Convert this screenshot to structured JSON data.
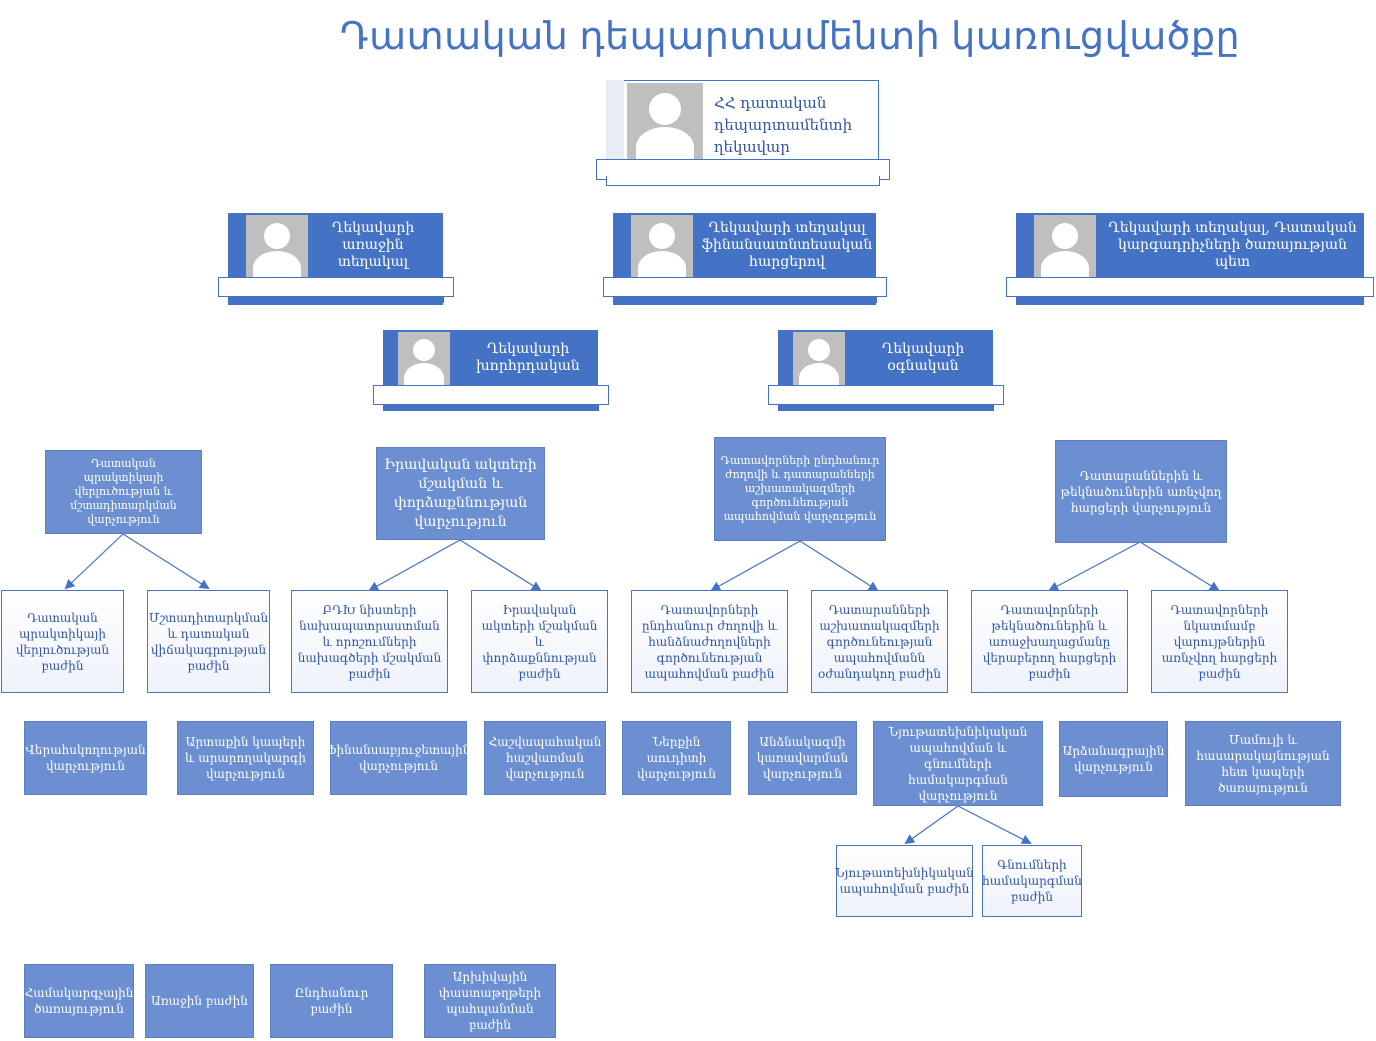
{
  "title": "Դատական դեպարտամենտի կառուցվածքը",
  "colors": {
    "accent": "#4472c4",
    "box_fill": "#6b8fd0",
    "outline_text": "#2f55a4"
  },
  "leaders": {
    "head": "ՀՀ դատական դեպարտամենտի ղեկավար",
    "first_deputy": "Ղեկավարի առաջին տեղակալ",
    "deputy_finance": "Ղեկավարի տեղակալ ֆինանսատնտեսական հարցերով",
    "deputy_bailiffs": "Ղեկավարի տեղակալ, Դատական կարգադրիչների ծառայության պետ",
    "advisor": "Ղեկավարի խորհրդական",
    "assistant": "Ղեկավարի օգնական"
  },
  "departments": {
    "practice": "Դատական պրակտիկայի վերլուծության և մշտադիտարկման վարչություն",
    "legal_acts": "Իրավական ակտերի մշակման և փորձաքննության վարչություն",
    "judges_general": "Դատավորների ընդհանուր ժողովի և դատարանների աշխատակազմերի գործունեության ապահովման վարչություն",
    "courts_candidates": "Դատարաններին և թեկնածուներին առնչվող հարցերի վարչություն"
  },
  "divisions": {
    "practice_analysis": "Դատական պրակտիկայի վերլուծության բաժին",
    "monitoring_stats": "Մշտադիտարկման և դատական վիճակագրության բաժին",
    "draft_decisions": "ԲԴԽ նիստերի նախապատրաստման և որոշումների նախագծերի մշակման բաժին",
    "legal_expertise": "Իրավական ակտերի մշակման և փորձաքննության բաժին",
    "general_assembly": "Դատավորների ընդհանուր ժողովի և հանձնաժողովների գործունեության ապահովման բաժին",
    "staff_support": "Դատարանների աշխատակազմերի գործունեության ապահովմանն օժանդակող բաժին",
    "candidates": "Դատավորների թեկնածուներին և առաջխաղացմանը վերաբերող հարցերի բաժին",
    "status_rights": "Դատավորների նկատմամբ վարույթներին առնչվող հարցերի բաժին"
  },
  "services": {
    "audit": "Վերահսկողության վարչություն",
    "external": "Արտաքին կապերի և արարողակարգի վարչություն",
    "finance": "Ֆինանսաբյուջետային վարչություն",
    "accounting": "Հաշվապահական հաշվառման վարչություն",
    "internal_audit": "Ներքին աուդիտի վարչություն",
    "personnel": "Անձնակազմի կառավարման վարչություն",
    "logistics": "Նյութատեխնիկական ապահովման և գնումների համակարգման վարչություն",
    "records": "Արձանագրային վարչություն",
    "press": "Մամուլի և հասարակայնության հետ կապերի ծառայություն"
  },
  "logistics_divisions": {
    "material": "Նյութատեխնիկական ապահովման բաժին",
    "procurement": "Գնումների համակարգման բաժին"
  },
  "bottom": {
    "coordination": "Համակարգչային ծառայություն",
    "first_division": "Առաջին բաժին",
    "general_division": "Ընդհանուր բաժին",
    "archive": "Արխիվային փաստաթղթերի պահպանման բաժին"
  }
}
